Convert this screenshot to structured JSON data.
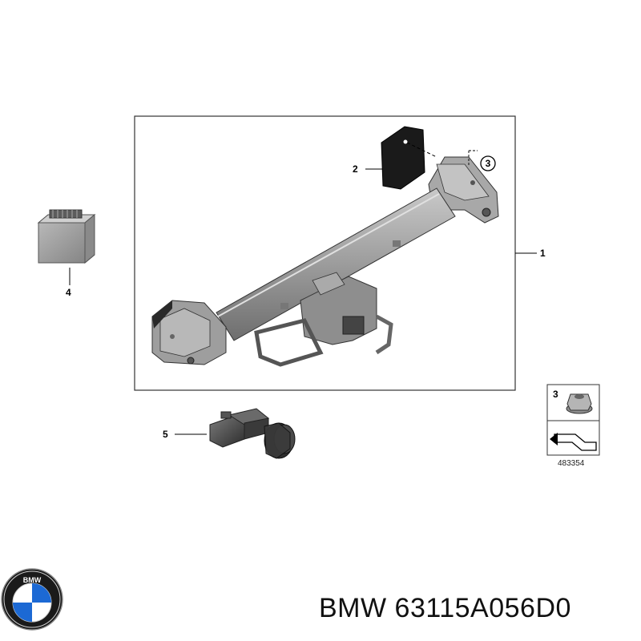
{
  "callouts": {
    "c1": "1",
    "c2": "2",
    "c3": "3",
    "c4": "4",
    "c5": "5"
  },
  "legend": {
    "item_number": "3",
    "ref_number": "483354"
  },
  "logo": {
    "text": "BMW"
  },
  "footer": {
    "part_number": "BMW 63115A056D0"
  },
  "colors": {
    "part_gray": "#9a9a9a",
    "part_dark": "#5a5a5a",
    "plate": "#1a1a1a",
    "bmw_blue": "#1c69d4"
  },
  "icons": [
    "tow-hitch-icon",
    "mounting-plate-icon",
    "control-module-icon",
    "connector-icon",
    "nut-icon",
    "bmw-logo-icon"
  ]
}
